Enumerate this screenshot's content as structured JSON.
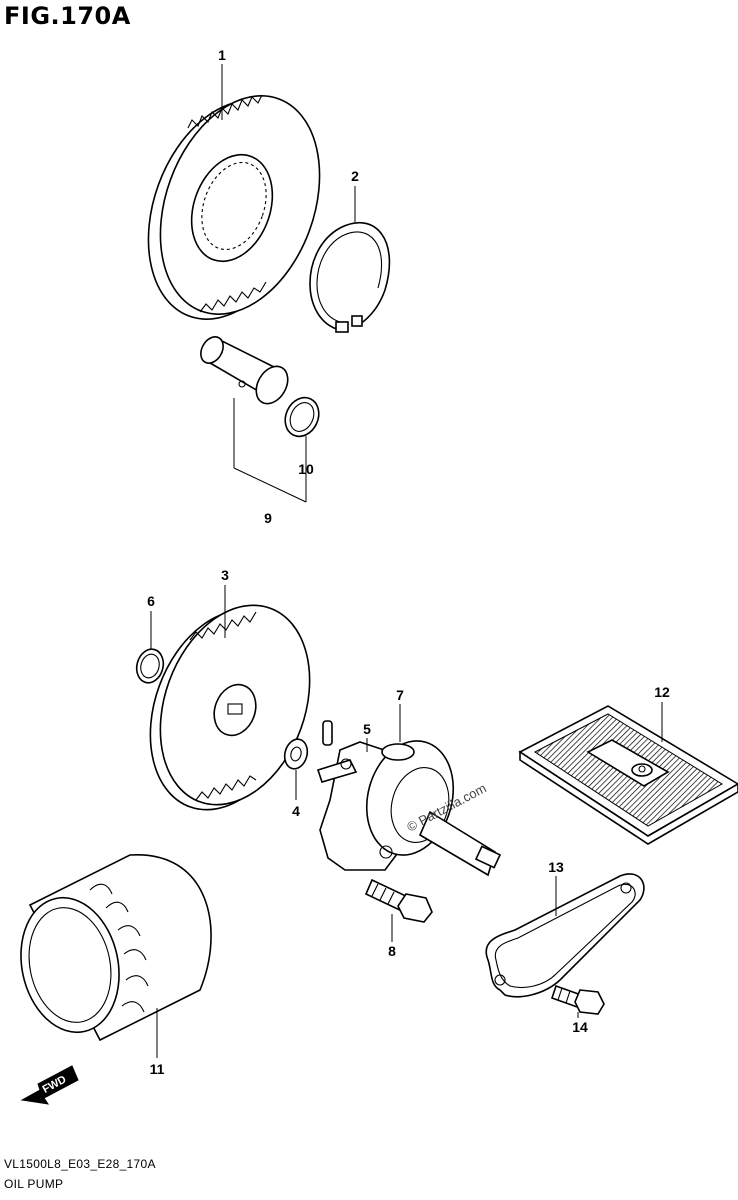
{
  "figure": {
    "title": "FIG.170A",
    "code": "VL1500L8_E03_E28_170A",
    "name": "OIL PUMP",
    "watermark": "© Partzilla.com",
    "fwd_label": "FWD"
  },
  "callouts": {
    "c1": "1",
    "c2": "2",
    "c3": "3",
    "c4": "4",
    "c5": "5",
    "c6": "6",
    "c7": "7",
    "c8": "8",
    "c9": "9",
    "c10": "10",
    "c11": "11",
    "c12": "12",
    "c13": "13",
    "c14": "14"
  },
  "icons": {
    "fwd": "fwd-arrow-icon"
  }
}
